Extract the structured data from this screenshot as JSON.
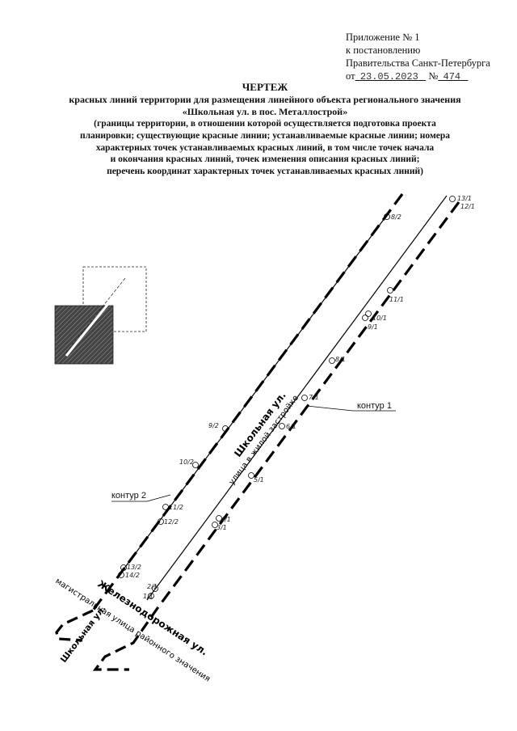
{
  "appendix": {
    "line1": "Приложение № 1",
    "line2": "к постановлению",
    "line3": "Правительства Санкт-Петербурга",
    "from_prefix": "от",
    "date": "23.05.2023",
    "num_prefix": "№",
    "number": "474"
  },
  "title": {
    "heading": "ЧЕРТЕЖ",
    "line1": "красных линий территории для размещения линейного объекта регионального значения",
    "line2": "«Школьная ул. в пос. Металлострой»",
    "desc1": "(границы территории, в отношении которой осуществляется подготовка проекта",
    "desc2": "планировки; существующие красные линии; устанавливаемые красные линии; номера",
    "desc3": "характерных точек устанавливаемых красных линий, в том числе точек начала",
    "desc4": "и окончания красных линий, точек изменения описания красных линий;",
    "desc5": "перечень координат характерных точек устанавливаемых красных линий)"
  },
  "map": {
    "contour1": "контур 1",
    "contour2": "контур 2",
    "street_school": "Школьная ул.",
    "street_school_desc": "улица в жилой застройке",
    "street_rail": "Железнодорожная ул.",
    "street_rail_desc": "магистральная улица районного значения",
    "street_school_2": "Школьная ул.",
    "points": {
      "p13_1": "13/1",
      "p12_1": "12/1",
      "p11_1": "11/1",
      "p10_1": "10/1",
      "p9_1": "9/1",
      "p8_1": "8/1",
      "p7_1": "7/1",
      "p6_1": "6/1",
      "p5_1": "5/1",
      "p4_1": "4/1",
      "p3_1": "3/1",
      "p2_1": "2/1",
      "p1_1": "1/1",
      "p8_2": "8/2",
      "p9_2": "9/2",
      "p10_2": "10/2",
      "p11_2": "11/2",
      "p12_2": "12/2",
      "p13_2": "13/2",
      "p14_2": "14/2"
    }
  }
}
